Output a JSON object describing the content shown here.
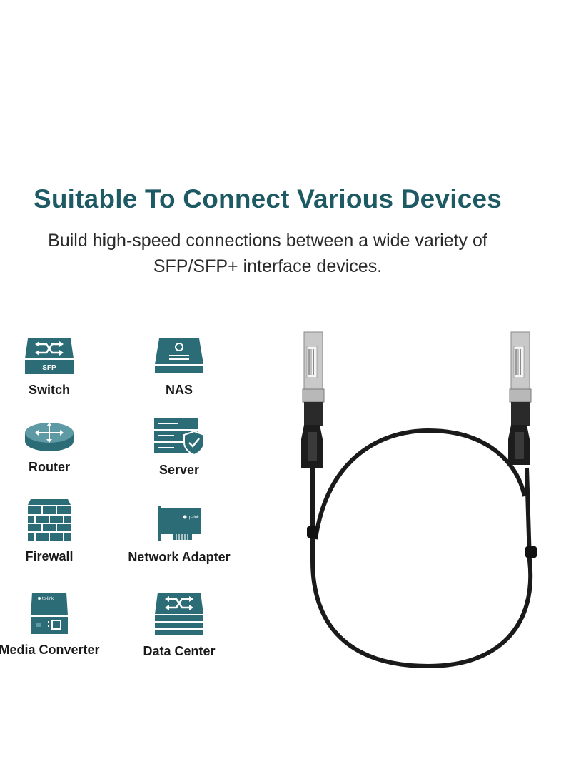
{
  "header": {
    "title": "Suitable To Connect Various Devices",
    "subtitle_line1": "Build high-speed connections between a wide variety of",
    "subtitle_line2": "SFP/SFP+ interface devices."
  },
  "devices": [
    {
      "label": "Switch",
      "icon": "switch-icon",
      "badge": "SFP"
    },
    {
      "label": "NAS",
      "icon": "nas-icon"
    },
    {
      "label": "Router",
      "icon": "router-icon"
    },
    {
      "label": "Server",
      "icon": "server-icon"
    },
    {
      "label": "Firewall",
      "icon": "firewall-icon"
    },
    {
      "label": "Network Adapter",
      "icon": "network-adapter-icon",
      "brand": "tp-link"
    },
    {
      "label": "Media Converter",
      "icon": "media-converter-icon",
      "brand": "tp-link"
    },
    {
      "label": "Data Center",
      "icon": "data-center-icon"
    }
  ],
  "colors": {
    "accent": "#1d5a64",
    "icon_teal": "#2b6c77",
    "icon_light": "#5e9aa3"
  }
}
